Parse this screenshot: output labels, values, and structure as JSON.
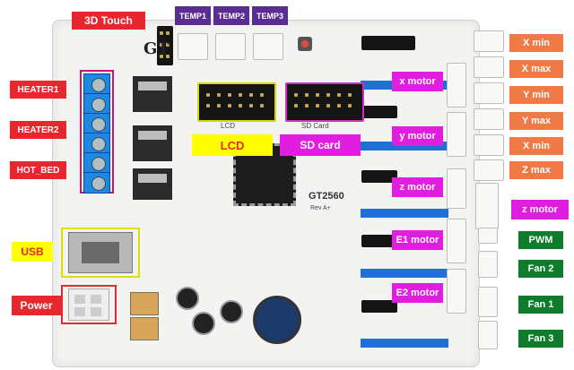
{
  "board": {
    "name": "GT2560",
    "rev": "Rev A+",
    "logo": "GT",
    "silk_lcd": "LCD",
    "silk_sd": "SD Card"
  },
  "labels": {
    "touch": "3D Touch",
    "temp1": "TEMP1",
    "temp2": "TEMP2",
    "temp3": "TEMP3",
    "heater1": "HEATER1",
    "heater2": "HEATER2",
    "hot_bed": "HOT_BED",
    "usb": "USB",
    "power": "Power",
    "lcd": "LCD",
    "sd_card": "SD card",
    "x_motor": "x motor",
    "y_motor": "y motor",
    "z_motor": "z motor",
    "z_motor_right": "z motor",
    "e1_motor": "E1 motor",
    "e2_motor": "E2 motor",
    "x_min": "X min",
    "x_max": "X max",
    "y_min": "Y min",
    "y_max": "Y max",
    "x_min_2": "X min",
    "z_max": "Z max",
    "pwm": "PWM",
    "fan2": "Fan 2",
    "fan1": "Fan 1",
    "fan3": "Fan 3"
  },
  "colors": {
    "red": "#e8262e",
    "orange": "#ef7a45",
    "purple": "#5b2c91",
    "magenta": "#e11ee0",
    "green": "#0f7c2c",
    "yellow": "#ffff00"
  }
}
